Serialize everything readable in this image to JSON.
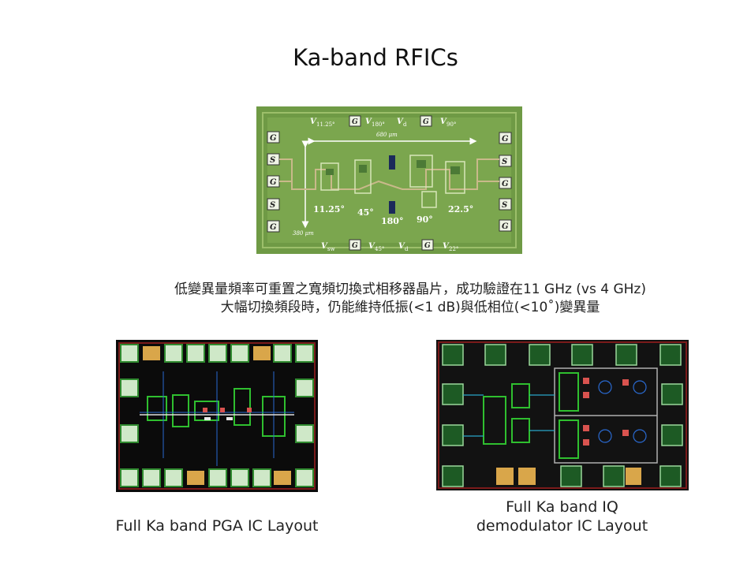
{
  "slide": {
    "title": "Ka-band RFICs",
    "caption_line1": "低變異量頻率可重置之寬頻切換式相移器晶片，成功驗證在11  GHz (vs 4 GHz)",
    "caption_line2": "大幅切換頻段時，仍能維持低振(<1  dB)與低相位(<10˚)變異量"
  },
  "chip_photo": {
    "top_labels": [
      "V",
      "11.25°",
      "G",
      "V",
      "180°",
      "V",
      "d",
      "G",
      "V",
      "90°"
    ],
    "bottom_labels": [
      "V",
      "sw",
      "G",
      "V",
      "45°",
      "V",
      "d",
      "G",
      "V",
      "22°"
    ],
    "left_pads": [
      "G",
      "S",
      "G",
      "S",
      "G"
    ],
    "right_pads": [
      "G",
      "S",
      "G",
      "S",
      "G"
    ],
    "width_dim": "680 μm",
    "height_dim": "380 μm",
    "bit_labels": [
      "11.25°",
      "45°",
      "180°",
      "90°",
      "22.5°"
    ]
  },
  "layouts": {
    "pga_label": "Full Ka band PGA IC Layout",
    "iq_label_line1": "Full Ka band IQ",
    "iq_label_line2": "demodulator IC Layout"
  }
}
